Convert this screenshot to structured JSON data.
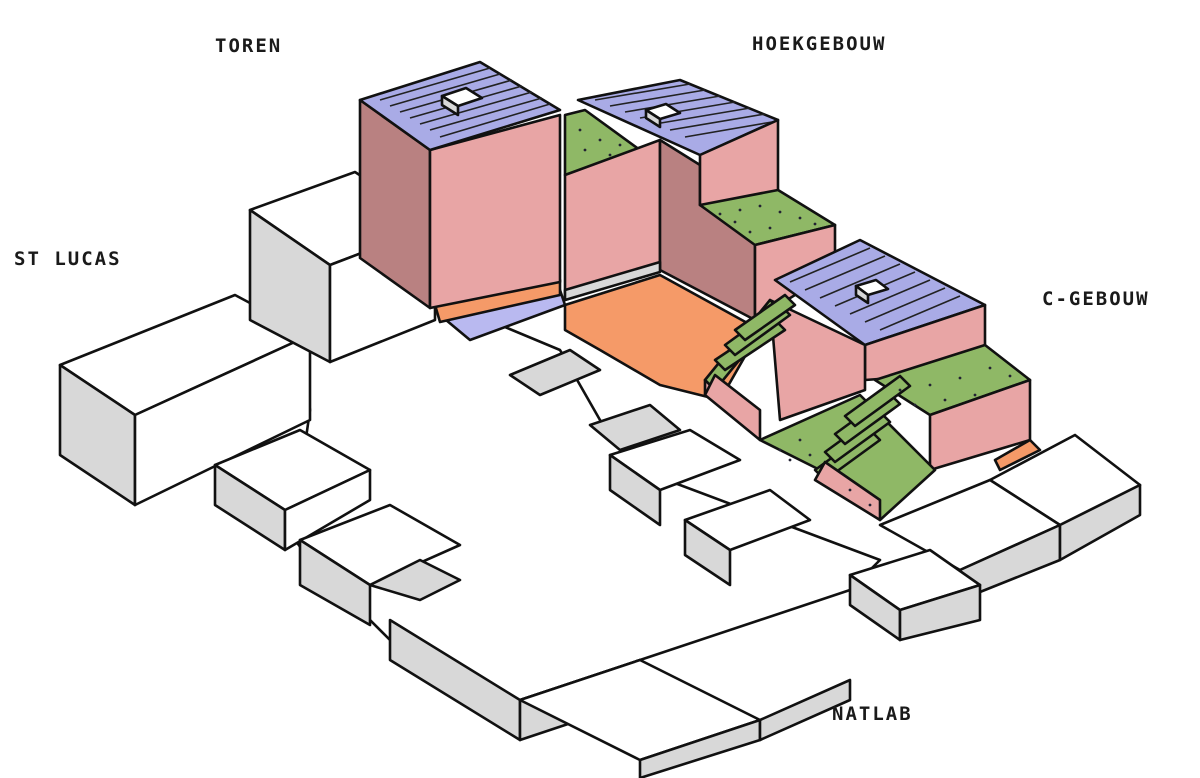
{
  "labels": {
    "toren": "TOREN",
    "hoekgebouw": "HOEKGEBOUW",
    "st_lucas": "ST LUCAS",
    "c_gebouw": "C-GEBOUW",
    "natlab": "NATLAB"
  },
  "colors": {
    "facade": "#e8a5a5",
    "facade_shadow": "#b98181",
    "roof": "#a9abe6",
    "green_roof": "#8fb866",
    "ground": "#f59a68",
    "plinth": "#b9b9f0"
  }
}
